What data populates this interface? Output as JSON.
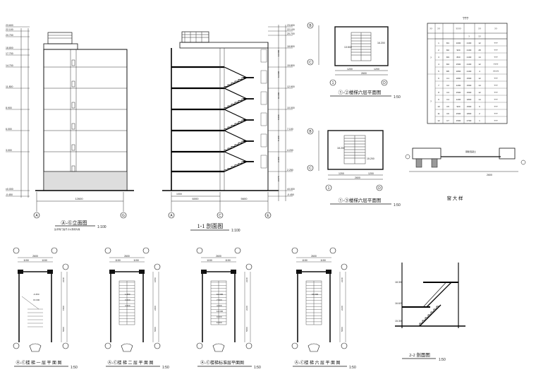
{
  "elevation": {
    "title": "Ⓐ-Ⓖ立面图",
    "scale": "1:100",
    "note": "注:所有门窗尺寸以现场为准",
    "axis_left": "A",
    "axis_right": "G",
    "dim": "12600",
    "levels": [
      "23.600",
      "22.100",
      "20.700",
      "18.800",
      "17.700",
      "14.700",
      "11.800",
      "8.900",
      "6.000",
      "3.000",
      "±0.000",
      "-0.450"
    ]
  },
  "section11": {
    "title": "1-1 剖面图",
    "scale": "1:100",
    "axes": [
      "A",
      "C",
      "E"
    ],
    "dims": [
      "6000",
      "5600"
    ],
    "dim_small": "1000",
    "right_levels": [
      "23.600",
      "22.100",
      "20.700",
      "18.800",
      "15.800",
      "12.900",
      "10.000",
      "7.100",
      "4.200",
      "2.250",
      "±0.000",
      "-0.450"
    ],
    "right_inner": [
      "16.800",
      "13.800",
      "10.900",
      "8.000",
      "5.100",
      "2.100",
      "-0.075"
    ]
  },
  "stair6a": {
    "title": "①-②楼梯六层平面图",
    "scale": "1:50",
    "axes_left": [
      "B",
      "C"
    ],
    "axis_right": "D",
    "dims": [
      "1200",
      "1200",
      "2600"
    ],
    "level": "16.200",
    "level2": "13.500"
  },
  "stair6b": {
    "title": "①-③楼梯六层平面图",
    "scale": "1:50",
    "axes_left": [
      "B",
      "C"
    ],
    "axis_right": "D",
    "dims": [
      "1200",
      "1200",
      "2600"
    ],
    "level": "18.200",
    "level2": "15.200"
  },
  "window_table": {
    "title": "???",
    "headers": [
      "??",
      "??",
      "????",
      "??",
      "??"
    ],
    "subheaders": [
      "?",
      "??"
    ],
    "rows": [
      [
        "1",
        "M1",
        "1000",
        "2100",
        "12",
        "???"
      ],
      [
        "2",
        "M2",
        "900",
        "2100",
        "28",
        "???"
      ],
      [
        "3",
        "M3",
        "800",
        "2100",
        "14",
        "???"
      ],
      [
        "4",
        "M4",
        "1500",
        "2100",
        "12",
        "????"
      ],
      [
        "5",
        "M5",
        "1800",
        "2100",
        "4",
        "?????"
      ],
      [
        "6",
        "C1",
        "1800",
        "1500",
        "12",
        "???"
      ],
      [
        "7",
        "C2",
        "1200",
        "1500",
        "14",
        "???"
      ],
      [
        "8",
        "C3",
        "1500",
        "1500",
        "12",
        "???"
      ],
      [
        "9",
        "C4",
        "1200",
        "1800",
        "14",
        "???"
      ],
      [
        "10",
        "C5",
        "900",
        "1500",
        "6",
        "???"
      ],
      [
        "11",
        "C6",
        "1500",
        "1800",
        "2",
        "???"
      ],
      [
        "12",
        "C7",
        "1500",
        "2700",
        "1",
        "???"
      ]
    ],
    "group_labels": [
      "?",
      "?"
    ]
  },
  "canopy": {
    "title": "窗 大 样",
    "note": "钢筋混凝土",
    "dim": "2600"
  },
  "stair_plans": [
    {
      "title": "Ⓐ-Ⓒ楼 梯 一 层 平 面 图",
      "scale": "1:50",
      "dims": [
        "1150",
        "1150",
        "2600"
      ],
      "levels": [
        "-0.450",
        "±0.000"
      ],
      "right_dims": [
        "2240",
        "1500",
        "5600"
      ]
    },
    {
      "title": "Ⓐ-Ⓒ楼 梯 二 层 平 面 图",
      "scale": "1:50",
      "dims": [
        "1150",
        "1150",
        "2600"
      ],
      "levels": [
        "1.650",
        "3.000",
        "4.500"
      ],
      "right_dims": [
        "1050",
        "2400",
        "5600"
      ]
    },
    {
      "title": "Ⓐ-Ⓒ楼梯标准层平面图",
      "scale": "1:50",
      "dims": [
        "1150",
        "1150",
        "2600"
      ],
      "levels": [
        "10.300",
        "7.500",
        "4.500",
        "12.000",
        "9.000",
        "6.000"
      ],
      "right_dims": [
        "2240",
        "2240",
        "5600"
      ]
    },
    {
      "title": "Ⓐ-Ⓒ楼 梯 六 层 平 面 图",
      "scale": "1:50",
      "dims": [
        "1150",
        "1150",
        "2600"
      ],
      "levels": [
        "15.000"
      ],
      "right_dims": [
        "2240",
        "2240",
        "5600"
      ]
    }
  ],
  "section22": {
    "title": "2-2 剖面图",
    "scale": "1:50",
    "levels": [
      "18.300",
      "16.625",
      "15.300"
    ]
  }
}
